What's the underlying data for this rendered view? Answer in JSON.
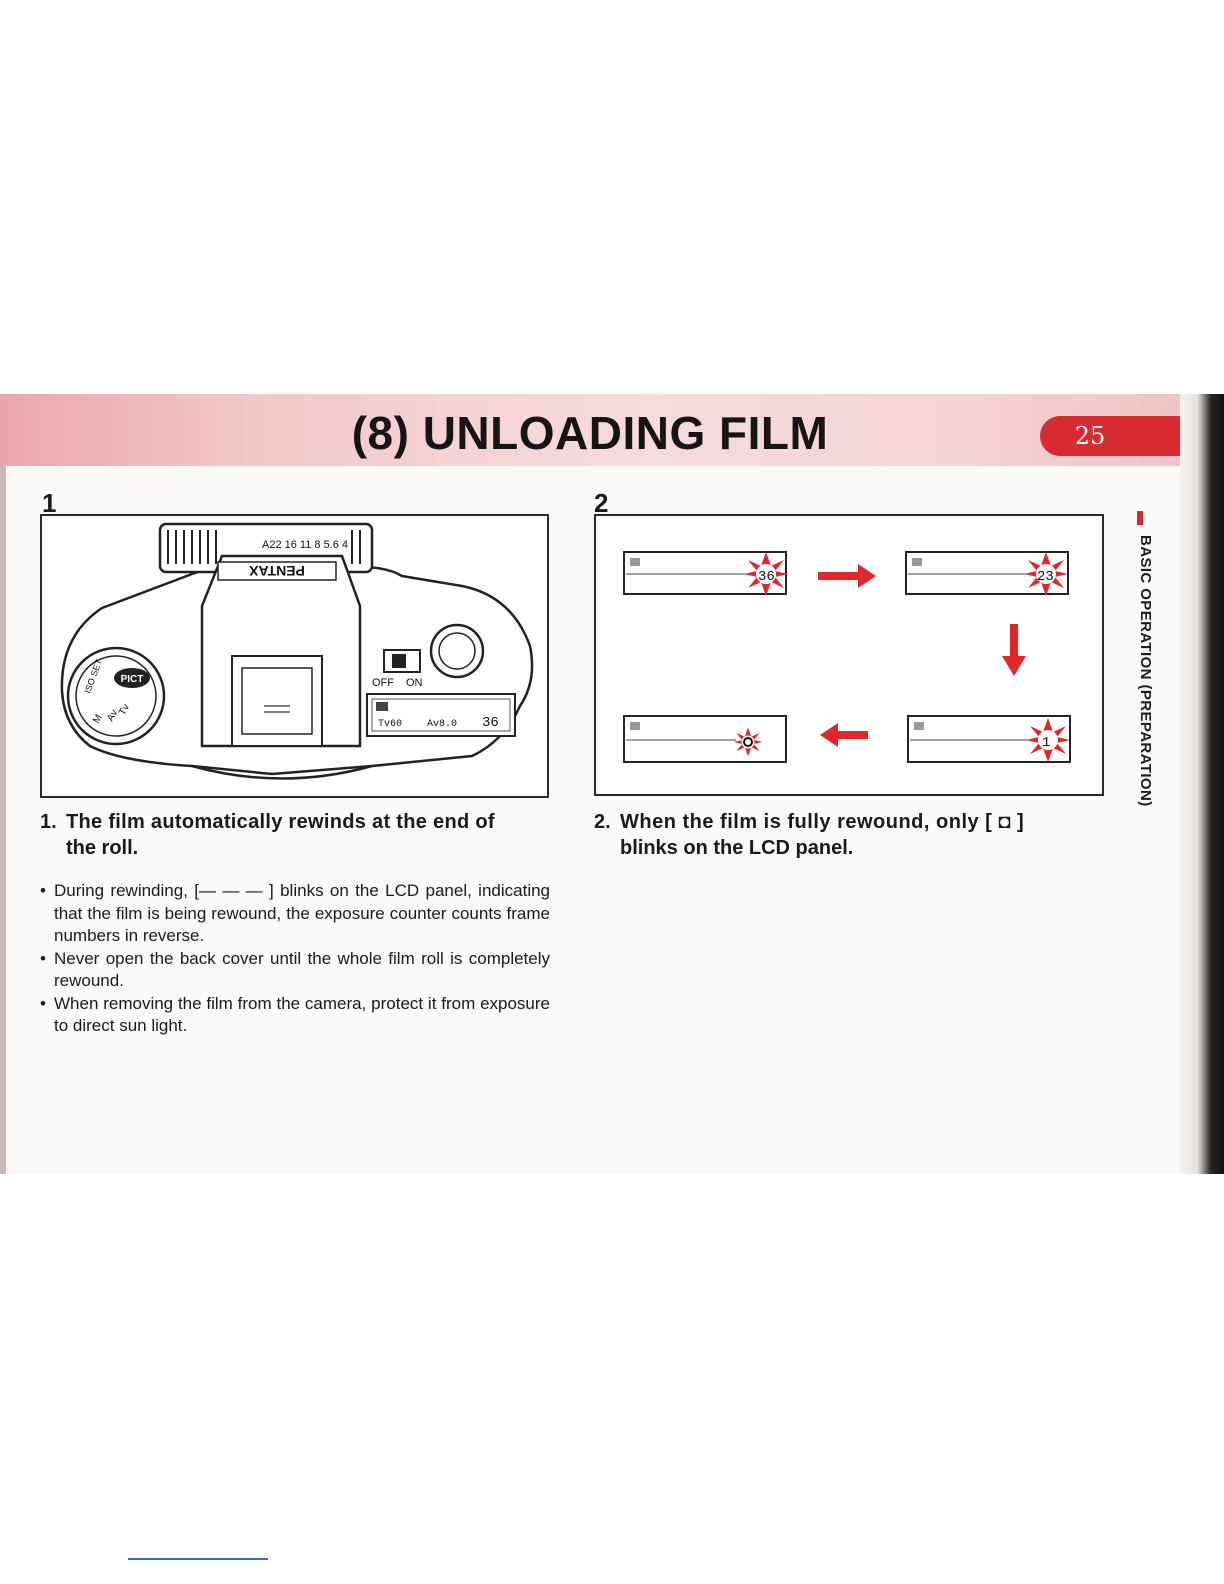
{
  "header": {
    "title": "(8) UNLOADING FILM",
    "page_number": "25",
    "accent_color": "#d62b30",
    "band_color": "#f2c6c9"
  },
  "sidebar": {
    "label": "BASIC OPERATION (PREPARATION)"
  },
  "step1": {
    "number": "1",
    "camera": {
      "brand": "PENTAX",
      "aperture_scale": "A22 16 11 8 5.6 4",
      "dial_label": "PICT",
      "dial_marks": [
        "ISO SET",
        "Tv",
        "Av",
        "M"
      ],
      "switch_off": "OFF",
      "switch_on": "ON",
      "lcd_tv": "Tv60",
      "lcd_av": "Av8.0",
      "lcd_counter": "36"
    },
    "caption_n": "1.",
    "caption_a": "The film automatically rewinds at the end of",
    "caption_b": "the roll.",
    "bullets": [
      "During rewinding, [— — — ] blinks on the LCD panel, indicating that the film is being rewound, the exposure counter counts frame numbers in reverse.",
      "Never open the back cover until the whole film roll is completely rewound.",
      "When removing the film from the camera, protect it from exposure to direct sun light."
    ]
  },
  "step2": {
    "number": "2",
    "lcd_counters": [
      "36",
      "23",
      "1"
    ],
    "caption_n": "2.",
    "caption_a": "When the film is fully rewound, only [ ◘ ]",
    "caption_b": "blinks on the LCD panel."
  }
}
